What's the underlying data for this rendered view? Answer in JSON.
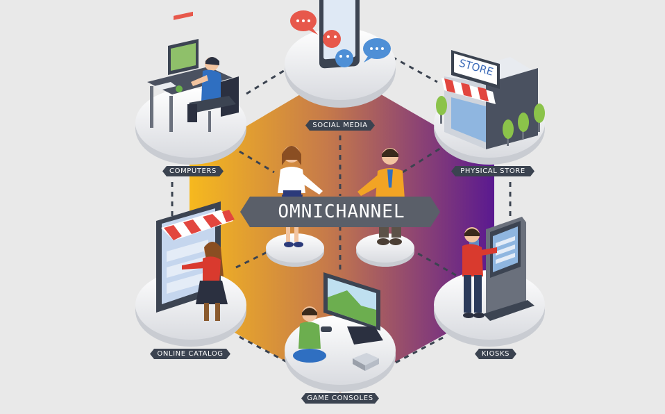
{
  "hub": {
    "title": "OMNICHANNEL"
  },
  "channels": {
    "social_media": "SOCIAL MEDIA",
    "computers": "COMPUTERS",
    "physical_store": "PHYSICAL STORE",
    "online_catalog": "ONLINE CATALOG",
    "kiosks": "KIOSKS",
    "game_consoles": "GAME CONSOLES"
  },
  "signs": {
    "store": "STORE"
  },
  "colors": {
    "background": "#e9e9e9",
    "hex_left": "#f4b321",
    "hex_right": "#5d1a8f",
    "label_bg": "#3b4350",
    "banner_bg": "#5a5f69",
    "platform": "#ffffff",
    "awning_red": "#e2463f"
  }
}
